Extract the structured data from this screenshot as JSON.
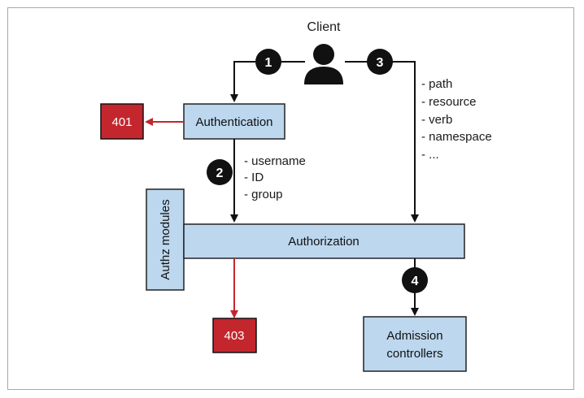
{
  "client": {
    "label": "Client",
    "icon": "person-icon"
  },
  "steps": [
    "1",
    "2",
    "3",
    "4"
  ],
  "boxes": {
    "authentication": "Authentication",
    "authorization": "Authorization",
    "authz_modules": "Authz modules",
    "admission": [
      "Admission",
      "controllers"
    ],
    "err401": "401",
    "err403": "403"
  },
  "attributes": {
    "identity": [
      "- username",
      "- ID",
      "- group"
    ],
    "request": [
      "- path",
      "- resource",
      "- verb",
      "- namespace",
      "- ..."
    ]
  },
  "colors": {
    "box_fill": "#bcd7ee",
    "box_stroke": "#222222",
    "error_fill": "#c4262e",
    "error_arrow": "#c4262e",
    "arrow": "#111111",
    "badge": "#111111"
  }
}
